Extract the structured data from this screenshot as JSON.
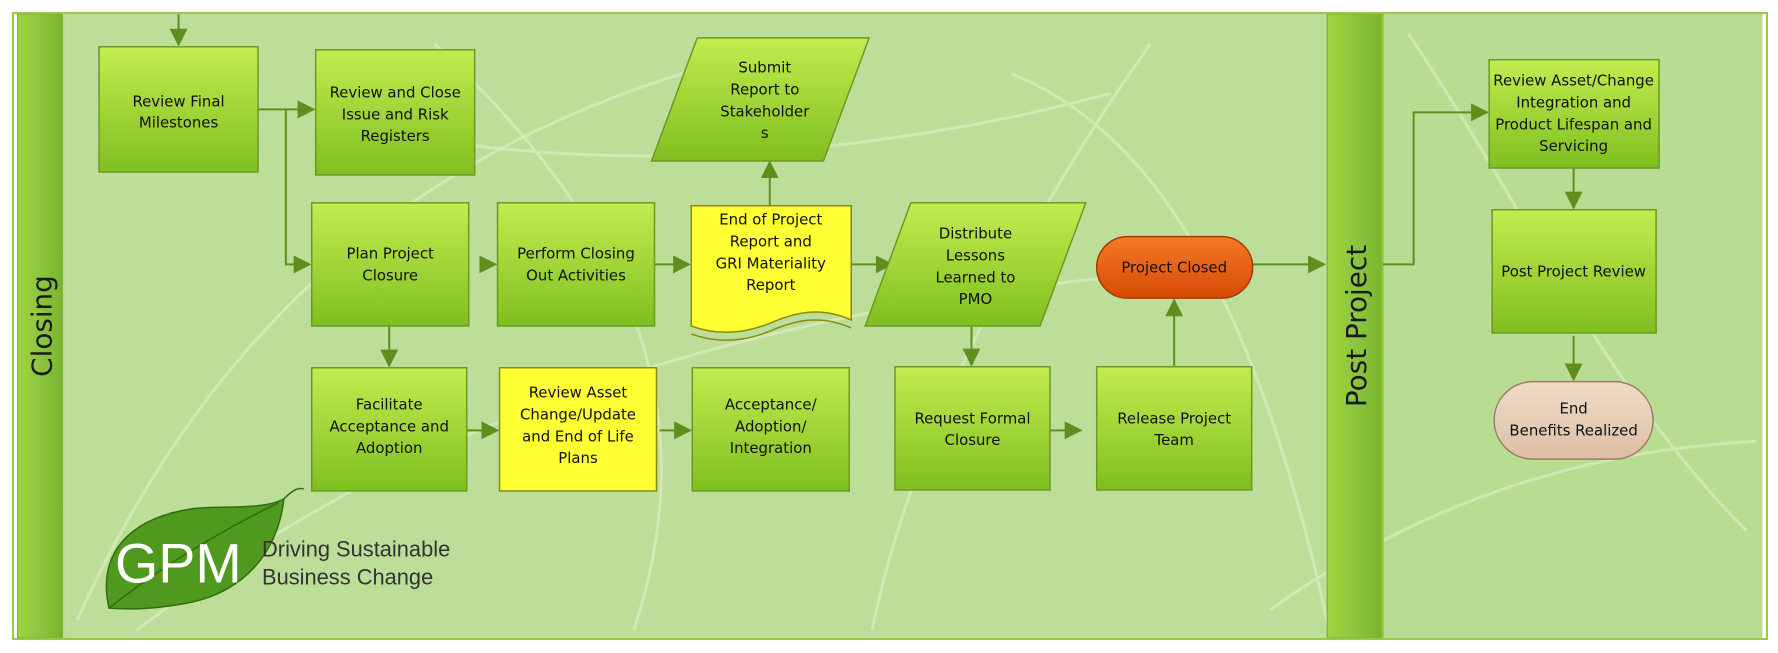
{
  "lanes": {
    "closing": "Closing",
    "post_project": "Post Project"
  },
  "nodes": {
    "review_final_milestones": [
      "Review Final",
      "Milestones"
    ],
    "review_close_registers": [
      "Review and Close",
      "Issue and Risk",
      "Registers"
    ],
    "submit_report": [
      "Submit",
      "Report to",
      "Stakeholder",
      "s"
    ],
    "plan_project_closure": [
      "Plan Project",
      "Closure"
    ],
    "perform_closing_out": [
      "Perform Closing",
      "Out Activities"
    ],
    "end_of_project_report": [
      "End of Project",
      "Report and",
      "GRI Materiality",
      "Report"
    ],
    "distribute_lessons": [
      "Distribute",
      "Lessons",
      "Learned to",
      "PMO"
    ],
    "project_closed": [
      "Project Closed"
    ],
    "facilitate_acceptance": [
      "Facilitate",
      "Acceptance and",
      "Adoption"
    ],
    "review_asset_change": [
      "Review Asset",
      "Change/Update",
      "and End of Life",
      "Plans"
    ],
    "acceptance_adoption": [
      "Acceptance/",
      "Adoption/",
      "Integration"
    ],
    "request_formal_closure": [
      "Request Formal",
      "Closure"
    ],
    "release_project_team": [
      "Release Project",
      "Team"
    ],
    "review_asset_integration": [
      "Review Asset/Change",
      "Integration and",
      "Product Lifespan and",
      "Servicing"
    ],
    "post_project_review": [
      "Post Project Review"
    ],
    "end_benefits": [
      "End",
      "Benefits Realized"
    ]
  },
  "logo": {
    "mark": "GPM",
    "tagline_1": "Driving Sustainable",
    "tagline_2": "Business Change"
  },
  "colors": {
    "background": "#b4d88e",
    "lane_bar": "#8cc63f",
    "process_green": "#8dc63f",
    "highlight_yellow": "#ffff33",
    "terminator_orange": "#e8560c",
    "terminator_end": "#e7cdb6",
    "connector": "#5e8f1c"
  }
}
